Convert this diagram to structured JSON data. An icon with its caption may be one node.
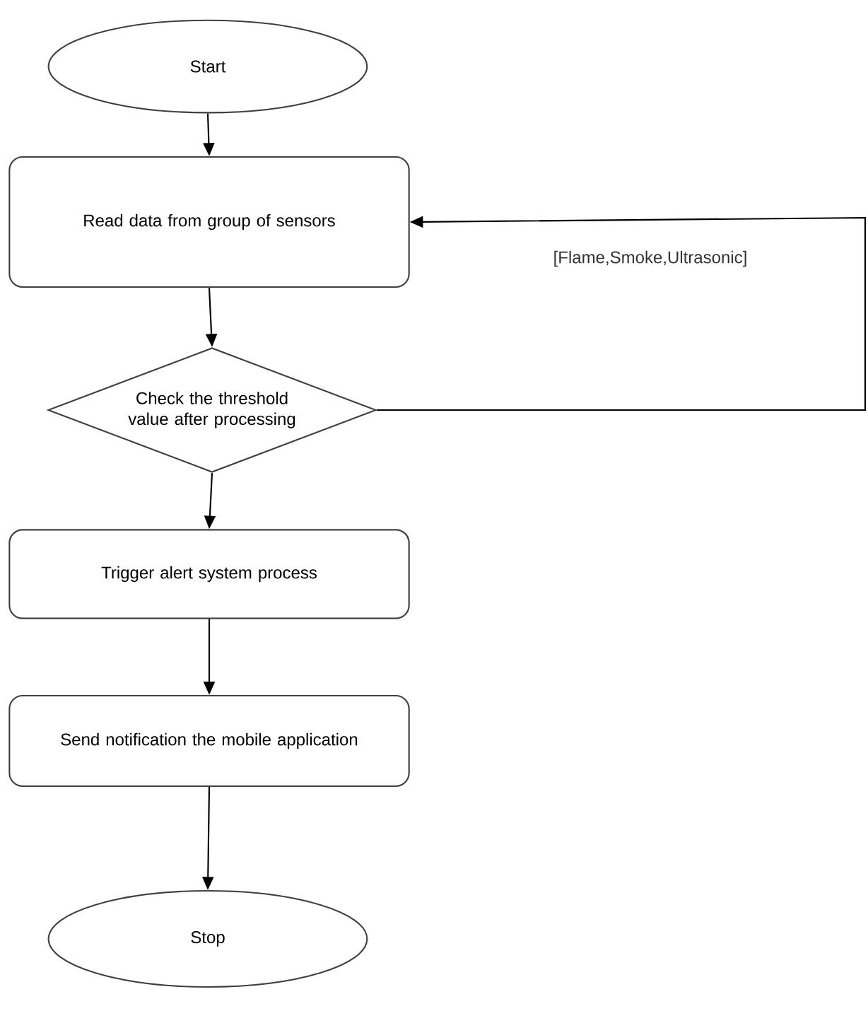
{
  "diagram": {
    "nodes": [
      {
        "text": [
          "Start"
        ]
      },
      {
        "text": [
          "Read data from group of sensors"
        ]
      },
      {
        "text": [
          "Check the threshold value after processing"
        ]
      },
      {
        "text": [
          "Trigger alert system process"
        ]
      },
      {
        "text": [
          "Send notification the mobile application"
        ]
      },
      {
        "text": [
          "Stop"
        ]
      }
    ],
    "edges": [
      {
        "from": 0,
        "to": 1,
        "arrow": "to"
      },
      {
        "from": 1,
        "to": 2,
        "arrow": "to"
      },
      {
        "from": 2,
        "to": 1,
        "arrow": "to",
        "label": "[Flame,Smoke,Ultrasonic]"
      },
      {
        "from": 2,
        "to": 3,
        "arrow": "to"
      },
      {
        "from": 3,
        "to": 4,
        "arrow": "to"
      },
      {
        "from": 4,
        "to": 5,
        "arrow": "to"
      }
    ]
  }
}
